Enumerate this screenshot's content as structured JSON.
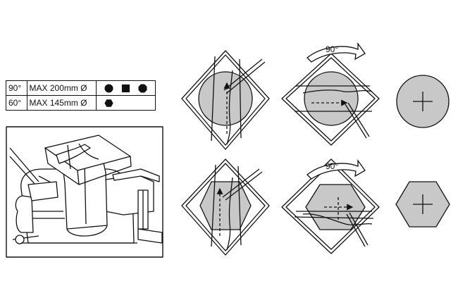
{
  "spec_table": {
    "rows": [
      {
        "angle": "90°",
        "capacity": "MAX 200mm Ø",
        "shapes": [
          "circle-icon",
          "square-icon",
          "octagon-icon"
        ]
      },
      {
        "angle": "60°",
        "capacity": "MAX 145mm Ø",
        "shapes": [
          "hexagon-icon"
        ]
      }
    ]
  },
  "steps": {
    "row1_rotation": "90°",
    "row2_rotation": "90°"
  },
  "colors": {
    "fill": "#c8c8c8",
    "stroke": "#111111",
    "background": "#ffffff"
  }
}
